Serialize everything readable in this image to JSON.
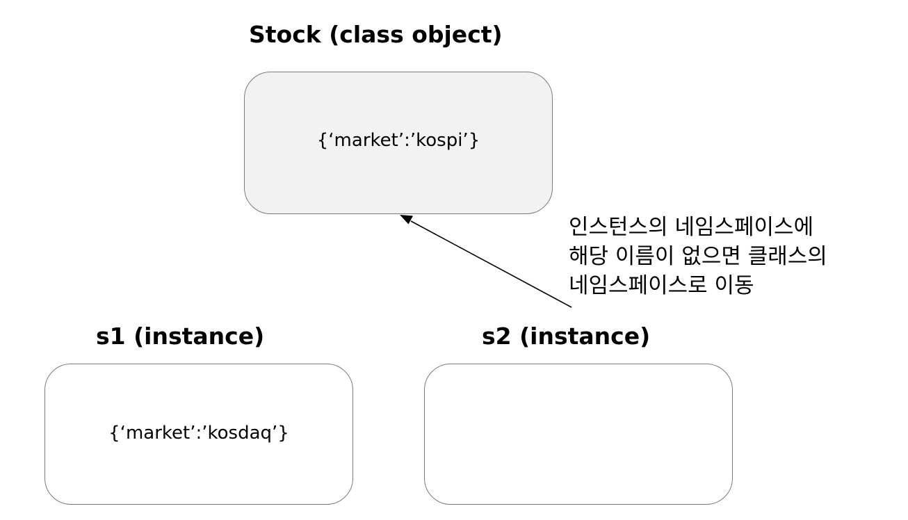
{
  "diagram": {
    "class_object": {
      "title": "Stock (class object)",
      "namespace": "{‘market’:’kospi’}"
    },
    "instance_s1": {
      "title": "s1 (instance)",
      "namespace": "{‘market’:’kosdaq’}"
    },
    "instance_s2": {
      "title": "s2 (instance)",
      "namespace": ""
    },
    "annotation": {
      "lines": [
        "인스턴스의 네임스페이스에",
        "해당 이름이 없으면 클래스의",
        "네임스페이스로 이동"
      ]
    },
    "colors": {
      "class_box_fill": "#f2f2f2",
      "instance_box_fill": "#ffffff",
      "box_border": "#7a7a7a",
      "text": "#000000",
      "arrow": "#000000"
    }
  }
}
